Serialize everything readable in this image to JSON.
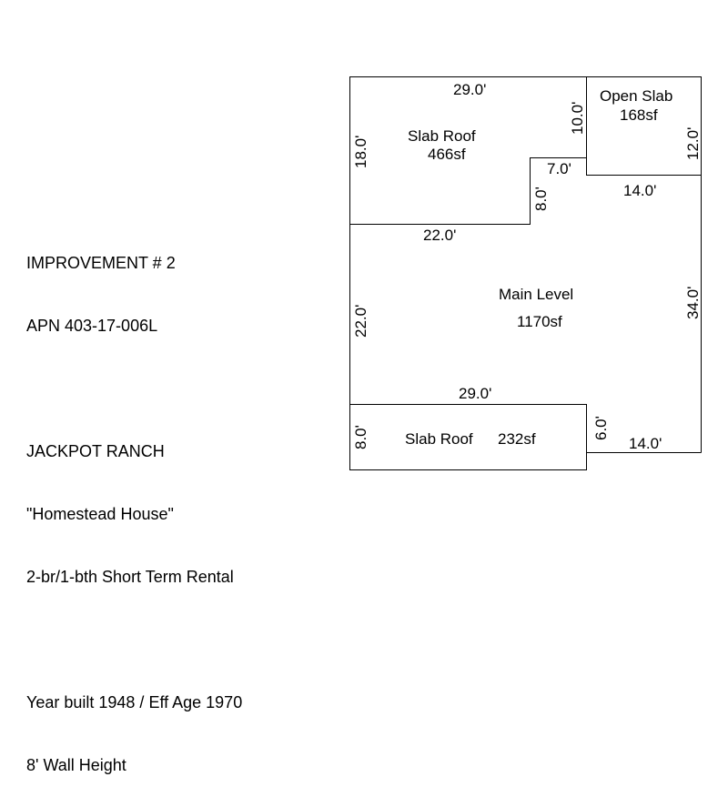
{
  "info": {
    "lines": [
      "IMPROVEMENT # 2",
      "APN 403-17-006L",
      "",
      "JACKPOT RANCH",
      "\"Homestead House\"",
      "2-br/1-bth Short Term Rental",
      "",
      "Year built 1948 / Eff Age 1970",
      "8' Wall Height"
    ]
  },
  "areas": {
    "slab_roof_upper": {
      "name": "Slab Roof",
      "area": "466sf"
    },
    "open_slab": {
      "name": "Open Slab",
      "area": "168sf"
    },
    "main_level": {
      "name": "Main Level",
      "area": "1170sf"
    },
    "slab_roof_lower": {
      "name": "Slab Roof",
      "area": "232sf"
    }
  },
  "dimensions": {
    "top_29": "29.0'",
    "left_18": "18.0'",
    "open_slab_left_10": "10.0'",
    "open_slab_right_12": "12.0'",
    "notch_7": "7.0'",
    "open_slab_bottom_14": "14.0'",
    "notch_8": "8.0'",
    "slab_bottom_22": "22.0'",
    "main_left_22": "22.0'",
    "main_right_34": "34.0'",
    "main_bottom_29": "29.0'",
    "lower_left_8": "8.0'",
    "lower_right_6": "6.0'",
    "bottom_right_14": "14.0'"
  }
}
